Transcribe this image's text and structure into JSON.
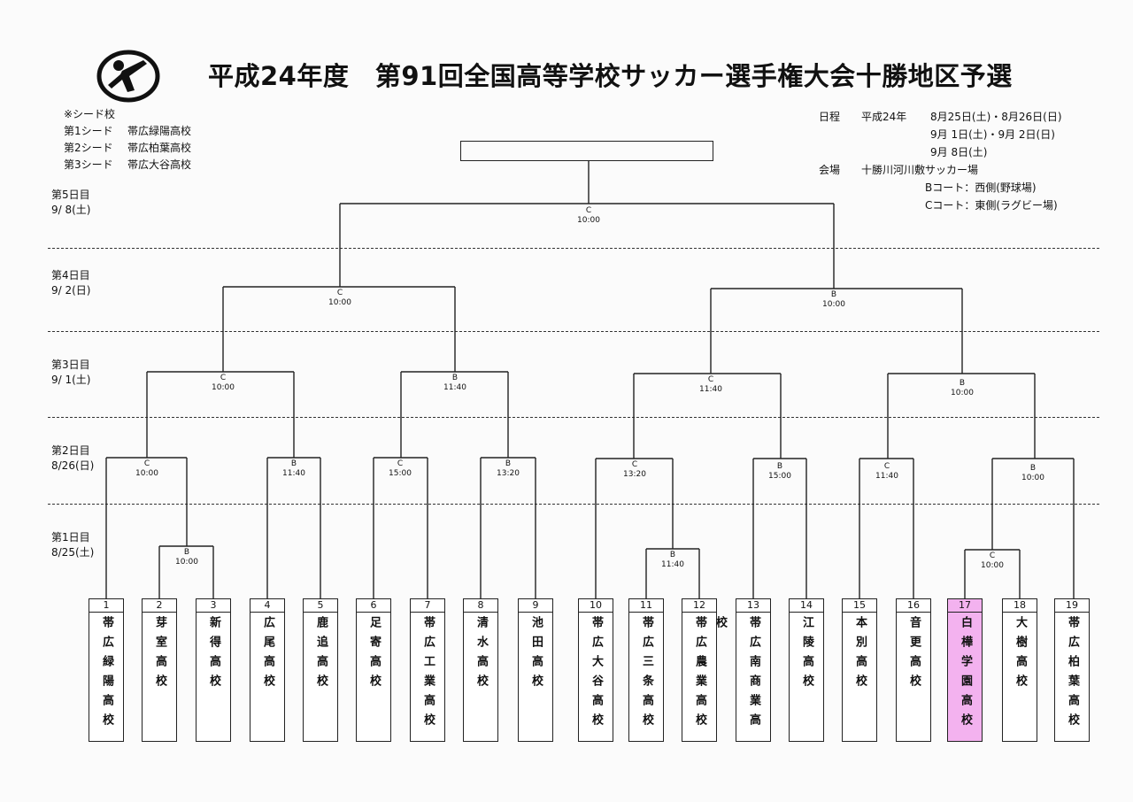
{
  "title": "平成24年度　第91回全国高等学校サッカー選手権大会十勝地区予選",
  "logo_icon": "soccer-player-emblem-icon",
  "seeds": {
    "heading": "※シード校",
    "items": [
      {
        "label": "第1シード",
        "school": "帯広緑陽高校"
      },
      {
        "label": "第2シード",
        "school": "帯広柏葉高校"
      },
      {
        "label": "第3シード",
        "school": "帯広大谷高校"
      }
    ]
  },
  "schedule": {
    "dates_label": "日程",
    "era": "平成24年",
    "dates": [
      "8月25日(土)・8月26日(日)",
      "9月 1日(土)・9月 2日(日)",
      "9月 8日(土)"
    ],
    "venue_label": "会場",
    "venue": "十勝川河川敷サッカー場",
    "courts": [
      "Bコート：西側(野球場)",
      "Cコート：東側(ラグビー場)"
    ]
  },
  "days": [
    {
      "name": "第5日目",
      "date": "9/ 8(土)"
    },
    {
      "name": "第4日目",
      "date": "9/ 2(日)"
    },
    {
      "name": "第3日目",
      "date": "9/ 1(土)"
    },
    {
      "name": "第2日目",
      "date": "8/26(日)"
    },
    {
      "name": "第1日目",
      "date": "8/25(土)"
    }
  ],
  "matches": {
    "r1a": {
      "court": "B",
      "time": "10:00"
    },
    "r1b": {
      "court": "B",
      "time": "11:40"
    },
    "r1c": {
      "court": "C",
      "time": "10:00"
    },
    "r2a": {
      "court": "C",
      "time": "10:00"
    },
    "r2b": {
      "court": "B",
      "time": "11:40"
    },
    "r2c": {
      "court": "C",
      "time": "15:00"
    },
    "r2d": {
      "court": "B",
      "time": "13:20"
    },
    "r2e": {
      "court": "C",
      "time": "13:20"
    },
    "r2f": {
      "court": "B",
      "time": "15:00"
    },
    "r2g": {
      "court": "C",
      "time": "11:40"
    },
    "r2h": {
      "court": "B",
      "time": "10:00"
    },
    "r3a": {
      "court": "C",
      "time": "10:00"
    },
    "r3b": {
      "court": "B",
      "time": "11:40"
    },
    "r3c": {
      "court": "C",
      "time": "11:40"
    },
    "r3d": {
      "court": "B",
      "time": "10:00"
    },
    "r4a": {
      "court": "C",
      "time": "10:00"
    },
    "r4b": {
      "court": "B",
      "time": "10:00"
    },
    "final": {
      "court": "C",
      "time": "10:00"
    }
  },
  "teams": [
    {
      "num": "1",
      "name": "帯広緑陽高校"
    },
    {
      "num": "2",
      "name": "芽室高校"
    },
    {
      "num": "3",
      "name": "新得高校"
    },
    {
      "num": "4",
      "name": "広尾高校"
    },
    {
      "num": "5",
      "name": "鹿追高校"
    },
    {
      "num": "6",
      "name": "足寄高校"
    },
    {
      "num": "7",
      "name": "帯広工業高校"
    },
    {
      "num": "8",
      "name": "清水高校"
    },
    {
      "num": "9",
      "name": "池田高校"
    },
    {
      "num": "10",
      "name": "帯広大谷高校"
    },
    {
      "num": "11",
      "name": "帯広三条高校"
    },
    {
      "num": "12",
      "name": "帯広農業高校"
    },
    {
      "num": "13",
      "name": "帯広南商業高校"
    },
    {
      "num": "14",
      "name": "江陵高校"
    },
    {
      "num": "15",
      "name": "本別高校"
    },
    {
      "num": "16",
      "name": "音更高校"
    },
    {
      "num": "17",
      "name": "白樺学園高校"
    },
    {
      "num": "18",
      "name": "大樹高校"
    },
    {
      "num": "19",
      "name": "帯広柏葉高校"
    }
  ],
  "highlight_color": "#f3b2ef"
}
